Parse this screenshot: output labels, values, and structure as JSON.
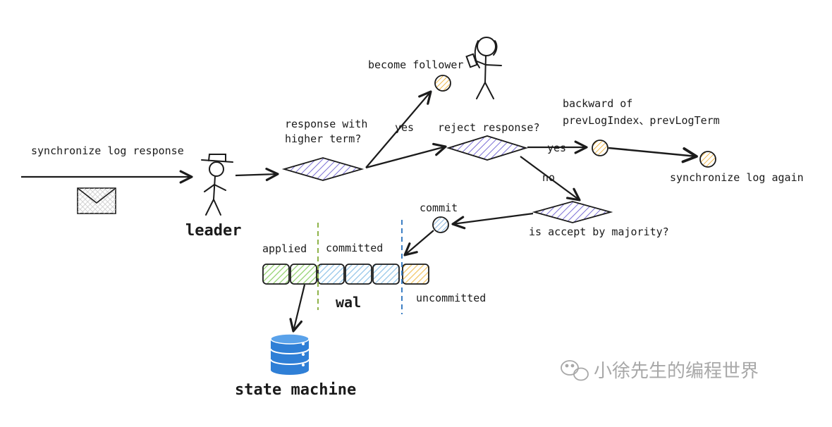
{
  "labels": {
    "synchronize_log_response": "synchronize log response",
    "leader": "leader",
    "response_with": "response with",
    "higher_term": "higher term?",
    "yes_up": "yes",
    "become_follower": "become follower",
    "reject_response": "reject response?",
    "yes_right": "yes",
    "no": "no",
    "backward_of": "backward of",
    "prev_log_index_term": "prevLogIndex、prevLogTerm",
    "synchronize_log_again": "synchronize log again",
    "is_accept_by_majority": "is accept by majority?",
    "commit": "commit",
    "applied": "applied",
    "committed": "committed",
    "uncommitted": "uncommitted",
    "wal": "wal",
    "state_machine": "state machine"
  },
  "watermark": "小徐先生的编程世界",
  "colors": {
    "ink": "#1b1b1b",
    "diamond_hatch": "#7b6fd6",
    "node_orange": "#f0b84a",
    "node_blue": "#8ab6df",
    "log_green": "#8fd06a",
    "log_blue": "#8ec2e8",
    "log_orange": "#f2c15c",
    "divider_green": "#8fb34a",
    "divider_blue": "#3d7fc4",
    "db_blue": "#2f7fd6"
  },
  "wal_entries": [
    {
      "state": "applied"
    },
    {
      "state": "applied"
    },
    {
      "state": "committed"
    },
    {
      "state": "committed"
    },
    {
      "state": "committed"
    },
    {
      "state": "uncommitted"
    }
  ]
}
